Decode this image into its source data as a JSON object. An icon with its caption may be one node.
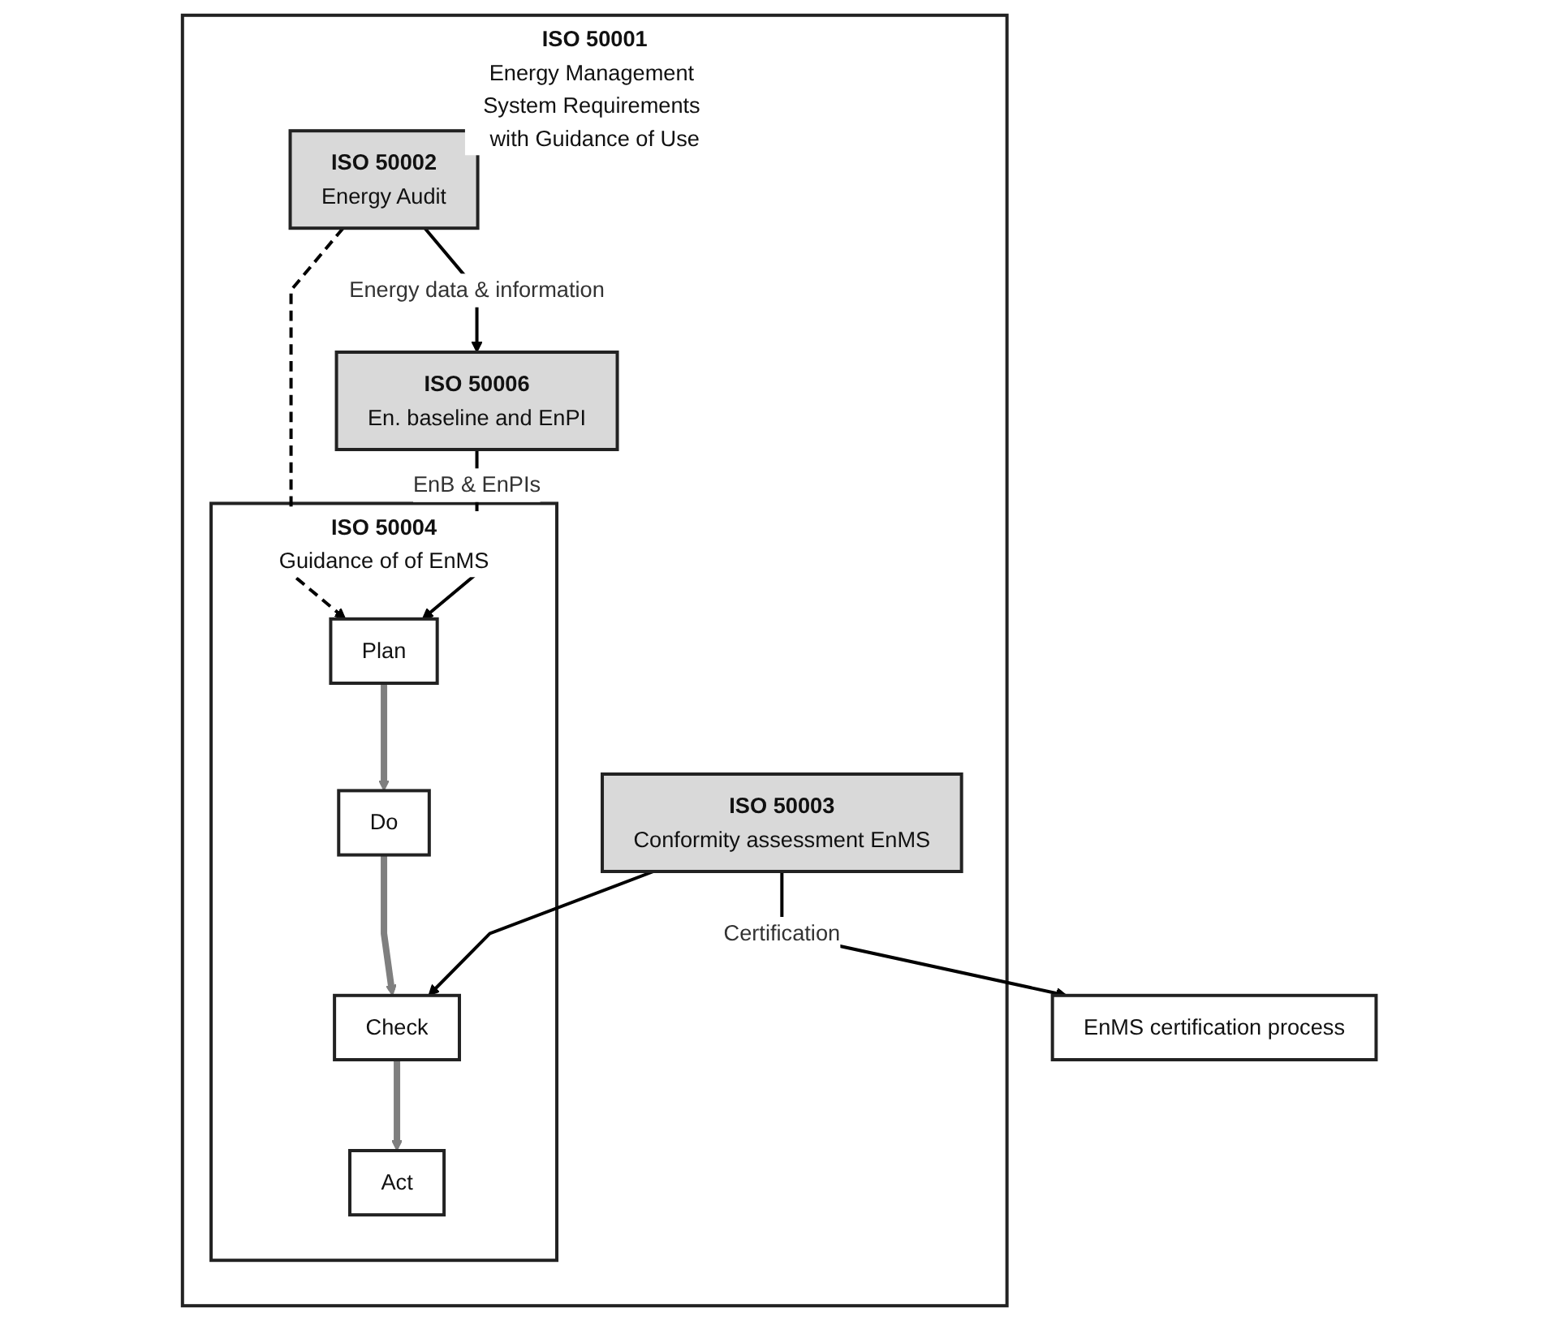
{
  "diagram": {
    "nodes": [
      {
        "text": [
          "ISO 50001",
          "Energy Management System Requirements with Guidance of Use"
        ]
      },
      {
        "text": [
          "ISO 50004",
          "Guidance of of EnMS"
        ],
        "in": 0
      },
      {
        "text": [
          "Plan"
        ],
        "in": 1
      },
      {
        "text": [
          "Do"
        ],
        "in": 1
      },
      {
        "text": [
          "Check"
        ],
        "in": 1
      },
      {
        "text": [
          "Act"
        ],
        "in": 1
      },
      {
        "text": [
          "ISO 50002",
          "Energy Audit"
        ],
        "in": 0
      },
      {
        "text": [
          "ISO 50006",
          "En. baseline and EnPI"
        ],
        "in": 0
      },
      {
        "text": [
          "ISO 50003",
          "Conformity assessment EnMS"
        ],
        "in": 0
      },
      {
        "text": [
          "EnMS certification process"
        ]
      }
    ],
    "edges": [
      {
        "from": 6,
        "to": 2,
        "arrow": "to",
        "style": "dashed"
      },
      {
        "from": 6,
        "to": 7,
        "arrow": "to",
        "label": "Energy data & information"
      },
      {
        "from": 7,
        "to": 2,
        "arrow": "to",
        "label": "EnB & EnPIs"
      },
      {
        "from": 8,
        "to": 4,
        "arrow": "to"
      },
      {
        "from": 2,
        "to": 3,
        "arrow": "to",
        "style": "thick",
        "color": "#7f7f7f"
      },
      {
        "from": 3,
        "to": 4,
        "arrow": "to",
        "style": "thick",
        "color": "#7f7f7f"
      },
      {
        "from": 4,
        "to": 5,
        "arrow": "to",
        "style": "thick",
        "color": "#7f7f7f"
      },
      {
        "from": 8,
        "to": 9,
        "arrow": "to",
        "label": "Certification"
      }
    ]
  }
}
